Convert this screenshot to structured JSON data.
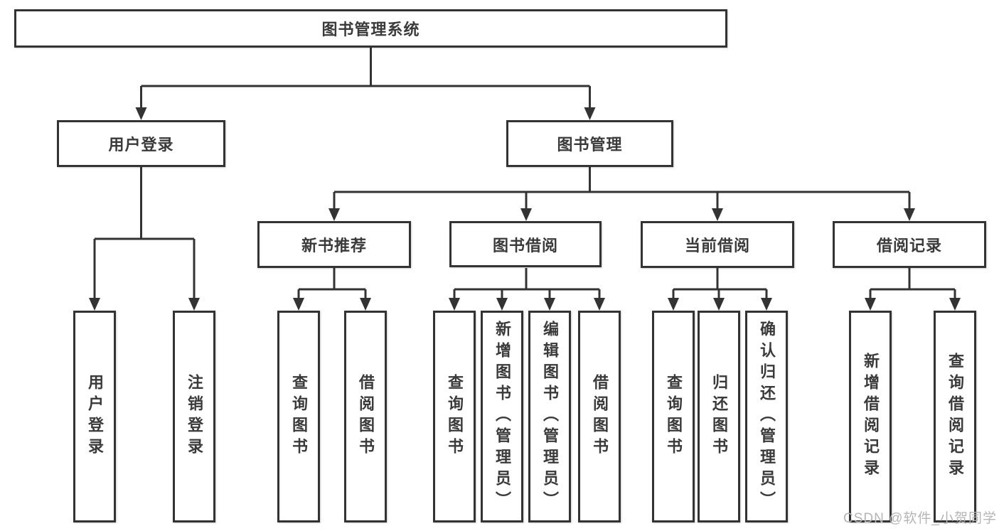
{
  "diagram": {
    "root": {
      "label": "图书管理系统"
    },
    "branches": [
      {
        "label": "用户登录",
        "children": [
          {
            "label": "用户登录"
          },
          {
            "label": "注销登录"
          }
        ]
      },
      {
        "label": "图书管理",
        "children": [
          {
            "label": "新书推荐",
            "children": [
              {
                "label": "查询图书"
              },
              {
                "label": "借阅图书"
              }
            ]
          },
          {
            "label": "图书借阅",
            "children": [
              {
                "label": "查询图书"
              },
              {
                "label": "新增图书（管理员）"
              },
              {
                "label": "编辑图书（管理员）"
              },
              {
                "label": "借阅图书"
              }
            ]
          },
          {
            "label": "当前借阅",
            "children": [
              {
                "label": "查询图书"
              },
              {
                "label": "归还图书"
              },
              {
                "label": "确认归还（管理员）"
              }
            ]
          },
          {
            "label": "借阅记录",
            "children": [
              {
                "label": "新增借阅记录"
              },
              {
                "label": "查询借阅记录"
              }
            ]
          }
        ]
      }
    ]
  },
  "watermark": {
    "text": "CSDN @软件_小贺同学"
  },
  "colors": {
    "line": "#333333",
    "box_border": "#333333",
    "text": "#3a3a3a",
    "watermark": "#b5b5b5",
    "background": "#ffffff"
  }
}
